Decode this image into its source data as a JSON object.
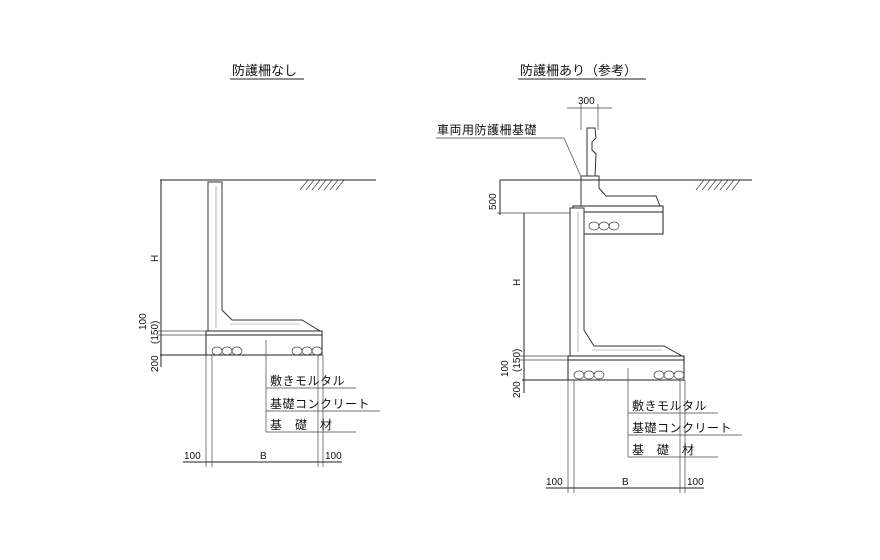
{
  "left": {
    "title": "防護柵なし",
    "dim_h": "H",
    "dim_100": "100",
    "dim_150": "(150)",
    "dim_200": "200",
    "dim_b": "B",
    "dim_bottom_left": "100",
    "dim_bottom_right": "100",
    "label_mortar": "敷きモルタル",
    "label_concrete": "基礎コンクリート",
    "label_base": "基　礎　材"
  },
  "right": {
    "title": "防護柵あり（参考）",
    "dim_300": "300",
    "label_guard_foundation": "車両用防護柵基礎",
    "dim_500": "500",
    "dim_h": "H",
    "dim_100": "100",
    "dim_150": "(150)",
    "dim_200": "200",
    "dim_b": "B",
    "dim_bottom_left": "100",
    "dim_bottom_right": "100",
    "label_mortar": "敷きモルタル",
    "label_concrete": "基礎コンクリート",
    "label_base": "基　礎　材"
  }
}
